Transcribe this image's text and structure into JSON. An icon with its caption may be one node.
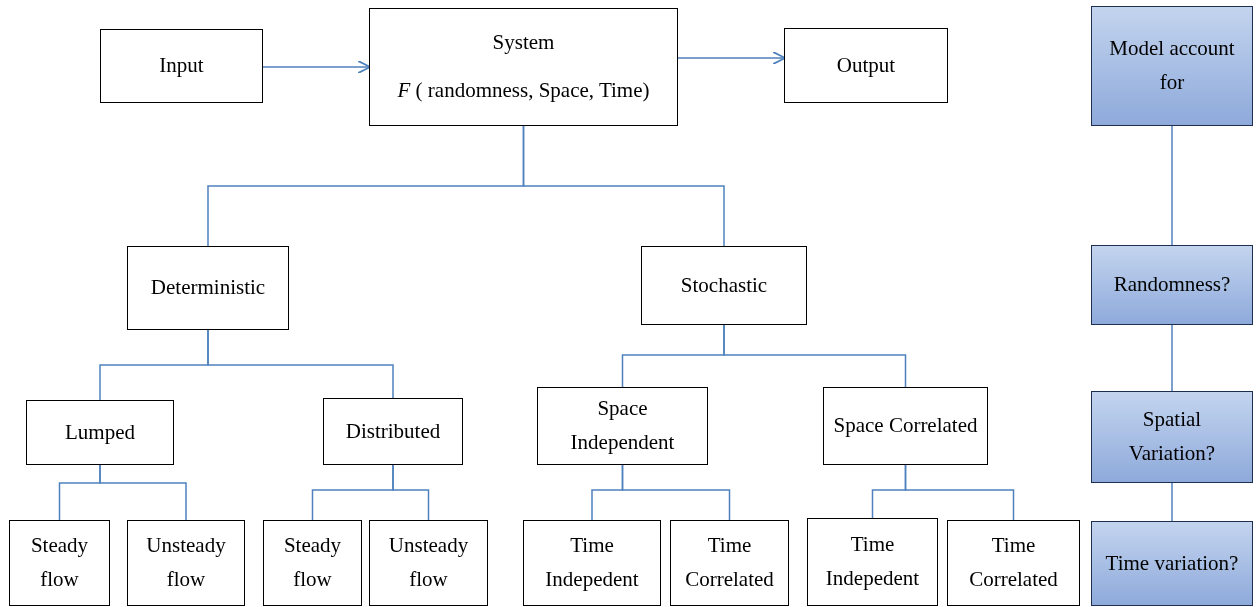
{
  "diagram": {
    "nodes": [
      {
        "text": [
          "Input"
        ]
      },
      {
        "text": [
          "System",
          "*F* ( randomness, Space, Time)"
        ]
      },
      {
        "text": [
          "Output"
        ]
      },
      {
        "text": [
          "Model account for"
        ]
      },
      {
        "text": [
          "Deterministic"
        ]
      },
      {
        "text": [
          "Stochastic"
        ]
      },
      {
        "text": [
          "Randomness?"
        ]
      },
      {
        "text": [
          "Lumped"
        ]
      },
      {
        "text": [
          "Distributed"
        ]
      },
      {
        "text": [
          "Space Independent"
        ]
      },
      {
        "text": [
          "Space Correlated"
        ]
      },
      {
        "text": [
          "Spatial Variation?"
        ]
      },
      {
        "text": [
          "Steady flow"
        ]
      },
      {
        "text": [
          "Unsteady flow"
        ]
      },
      {
        "text": [
          "Steady flow"
        ]
      },
      {
        "text": [
          "Unsteady flow"
        ]
      },
      {
        "text": [
          "Time Indepedent"
        ]
      },
      {
        "text": [
          "Time Correlated"
        ]
      },
      {
        "text": [
          "Time Indepedent"
        ]
      },
      {
        "text": [
          "Time Correlated"
        ]
      },
      {
        "text": [
          "Time variation?"
        ]
      }
    ],
    "edges": [
      {
        "from": 0,
        "to": 1,
        "arrow": "to"
      },
      {
        "from": 1,
        "to": 2,
        "arrow": "to"
      },
      {
        "from": 1,
        "to": 4,
        "arrow": "none"
      },
      {
        "from": 1,
        "to": 5,
        "arrow": "none"
      },
      {
        "from": 4,
        "to": 7,
        "arrow": "none"
      },
      {
        "from": 4,
        "to": 8,
        "arrow": "none"
      },
      {
        "from": 5,
        "to": 9,
        "arrow": "none"
      },
      {
        "from": 5,
        "to": 10,
        "arrow": "none"
      },
      {
        "from": 7,
        "to": 12,
        "arrow": "none"
      },
      {
        "from": 7,
        "to": 13,
        "arrow": "none"
      },
      {
        "from": 8,
        "to": 14,
        "arrow": "none"
      },
      {
        "from": 8,
        "to": 15,
        "arrow": "none"
      },
      {
        "from": 9,
        "to": 16,
        "arrow": "none"
      },
      {
        "from": 9,
        "to": 17,
        "arrow": "none"
      },
      {
        "from": 10,
        "to": 18,
        "arrow": "none"
      },
      {
        "from": 10,
        "to": 19,
        "arrow": "none"
      },
      {
        "from": 3,
        "to": 6,
        "arrow": "none"
      },
      {
        "from": 6,
        "to": 11,
        "arrow": "none"
      },
      {
        "from": 11,
        "to": 20,
        "arrow": "none"
      }
    ]
  }
}
